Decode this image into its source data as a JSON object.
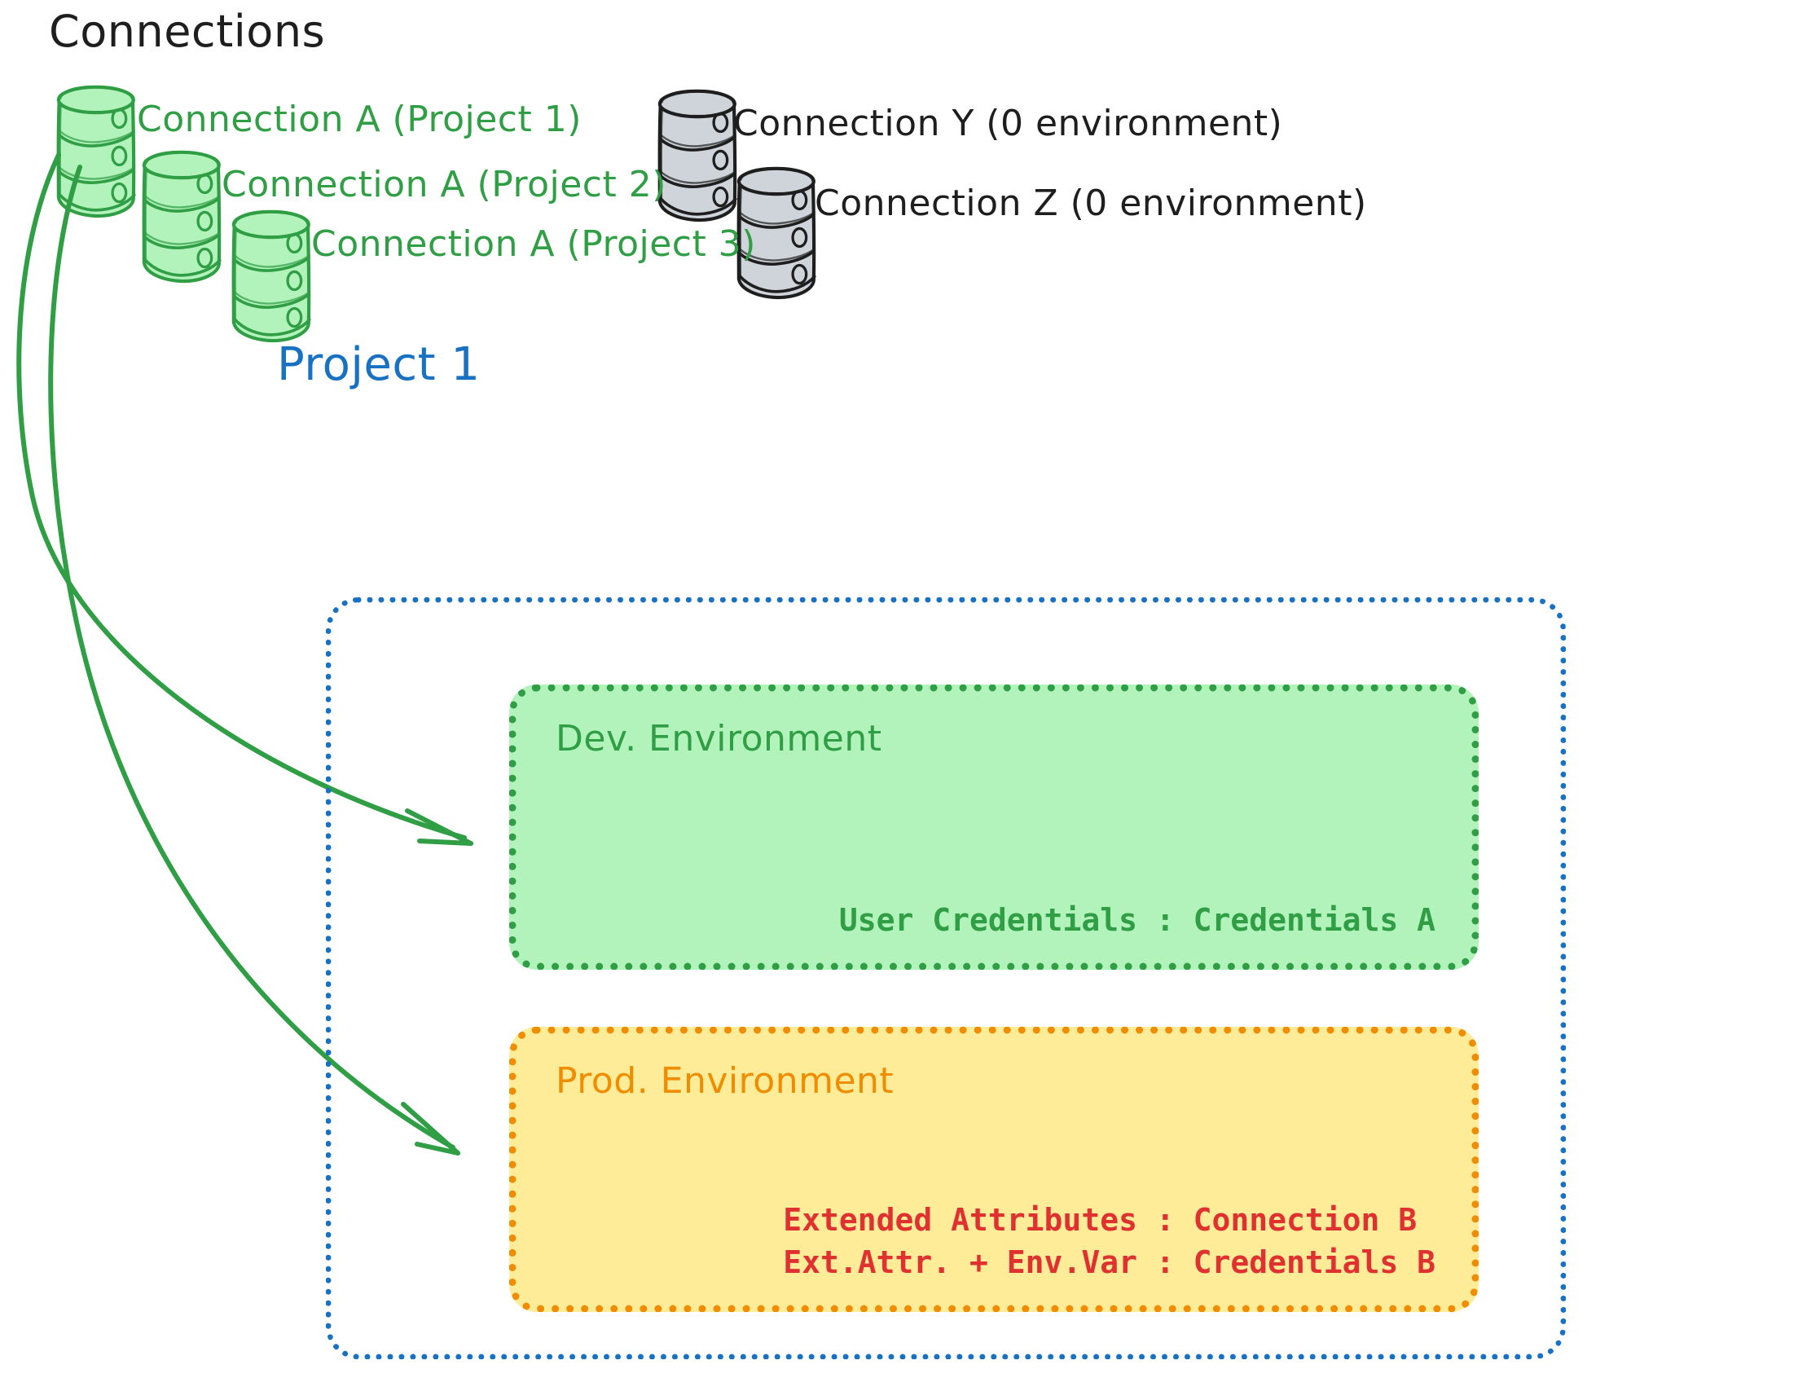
{
  "title": "Connections",
  "colors": {
    "green_stroke": "#2f9e44",
    "green_fill": "#b2f2bb",
    "gray_stroke": "#1e1e1e",
    "gray_fill": "#ced4da",
    "blue": "#1971c2",
    "orange": "#f08c00",
    "orange_fill": "#ffec99",
    "red": "#e03131",
    "black": "#1e1e1e"
  },
  "connections": [
    {
      "id": "connection-a-project-1",
      "label": "Connection A (Project 1)",
      "style": "green"
    },
    {
      "id": "connection-a-project-2",
      "label": "Connection A (Project 2)",
      "style": "green"
    },
    {
      "id": "connection-a-project-3",
      "label": "Connection A (Project 3)",
      "style": "green"
    },
    {
      "id": "connection-y",
      "label": "Connection Y (0 environment)",
      "style": "gray"
    },
    {
      "id": "connection-z",
      "label": "Connection Z (0 environment)",
      "style": "gray"
    }
  ],
  "project": {
    "title": "Project 1",
    "environments": [
      {
        "id": "dev",
        "title": "Dev. Environment",
        "lines": [
          "User Credentials : Credentials A"
        ]
      },
      {
        "id": "prod",
        "title": "Prod. Environment",
        "lines": [
          "Extended Attributes : Connection B",
          "Ext.Attr. + Env.Var : Credentials B"
        ]
      }
    ]
  },
  "arrows": [
    {
      "id": "arrow-connection-a-to-dev",
      "from": "connection-a-project-1",
      "to": "dev"
    },
    {
      "id": "arrow-connection-a-to-prod",
      "from": "connection-a-project-1",
      "to": "prod"
    }
  ]
}
